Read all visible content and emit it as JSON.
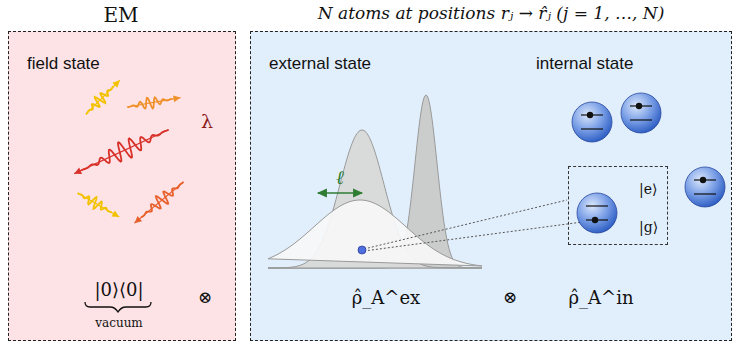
{
  "diagram": {
    "nodes": [
      {
        "text": [
          "EM",
          "field state",
          "|0⟩⟨0|",
          "vacuum"
        ]
      },
      {
        "text": [
          "N atoms at positions rⱼ → r̂ⱼ (j = 1, …, N)",
          "external state",
          "internal state",
          "ρ̂_A^ex",
          "ρ̂_A^in"
        ]
      },
      {
        "text": [
          "|e⟩",
          "|g⟩"
        ],
        "in": 1
      }
    ],
    "labels": [
      "λ",
      "ℓ",
      "⊗",
      "⊗"
    ]
  }
}
